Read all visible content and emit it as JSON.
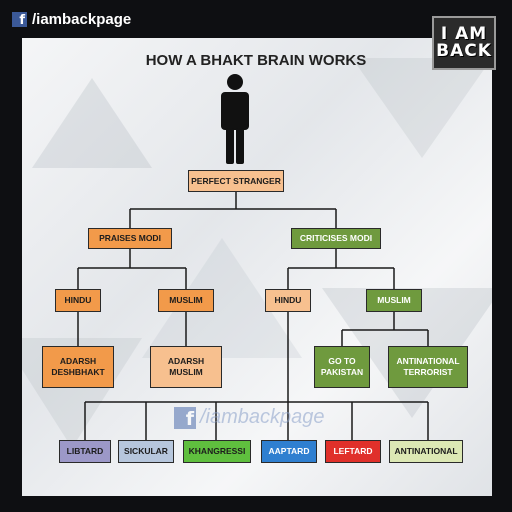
{
  "facebook_tag": {
    "icon": "facebook-icon",
    "handle": "/iambackpage"
  },
  "logo": {
    "line1": "I AM",
    "line2": "BACK"
  },
  "title": "HOW A BHAKT BRAIN WORKS",
  "figure_icon": "person-silhouette-icon",
  "nodes": {
    "root": "PERFECT STRANGER",
    "praises": "PRAISES MODI",
    "criticises": "CRITICISES MODI",
    "p_hindu": "HINDU",
    "p_muslim": "MUSLIM",
    "c_hindu": "HINDU",
    "c_muslim": "MUSLIM",
    "adarsh_deshbhakt_1": "ADARSH",
    "adarsh_deshbhakt_2": "DESHBHAKT",
    "adarsh_muslim_1": "ADARSH",
    "adarsh_muslim_2": "MUSLIM",
    "go_pak_1": "GO TO",
    "go_pak_2": "PAKISTAN",
    "antinational_terr_1": "ANTINATIONAL",
    "antinational_terr_2": "TERRORIST"
  },
  "labels": [
    {
      "text": "LIBTARD",
      "color": "#9c98c8"
    },
    {
      "text": "SICKULAR",
      "color": "#b6c6dc"
    },
    {
      "text": "KHANGRESSI",
      "color": "#5fbf3e"
    },
    {
      "text": "AAPTARD",
      "color": "#2f7fd0"
    },
    {
      "text": "LEFTARD",
      "color": "#e0302a"
    },
    {
      "text": "ANTINATIONAL",
      "color": "#dce8b4"
    }
  ],
  "watermark": {
    "icon": "facebook-icon",
    "handle": "/iambackpage"
  },
  "colors": {
    "peach": "#f7c08f",
    "orange": "#f29a4a",
    "green": "#6f9a3e",
    "frame": "#0e0f12"
  }
}
